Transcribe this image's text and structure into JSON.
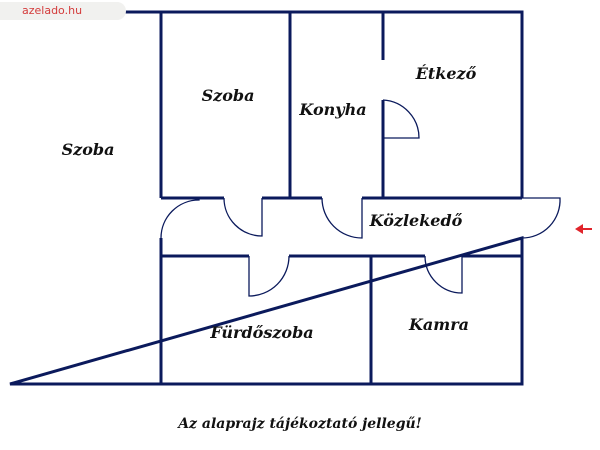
{
  "watermark": "azelado.hu",
  "rooms": [
    {
      "id": "szoba-left",
      "label": "Szoba"
    },
    {
      "id": "szoba-top",
      "label": "Szoba"
    },
    {
      "id": "konyha",
      "label": "Konyha"
    },
    {
      "id": "etkezo",
      "label": "Étkező"
    },
    {
      "id": "kozlekedo",
      "label": "Közlekedő"
    },
    {
      "id": "furdoszoba",
      "label": "Fürdőszoba"
    },
    {
      "id": "kamra",
      "label": "Kamra"
    }
  ],
  "disclaimer": "Az alaprajz tájékoztató jellegű!",
  "colors": {
    "walls": "#0b1a5c",
    "entrance_arrow": "#e0242b",
    "watermark_text": "#d43b3b"
  },
  "icons": {
    "entrance": "arrow-left-icon"
  }
}
